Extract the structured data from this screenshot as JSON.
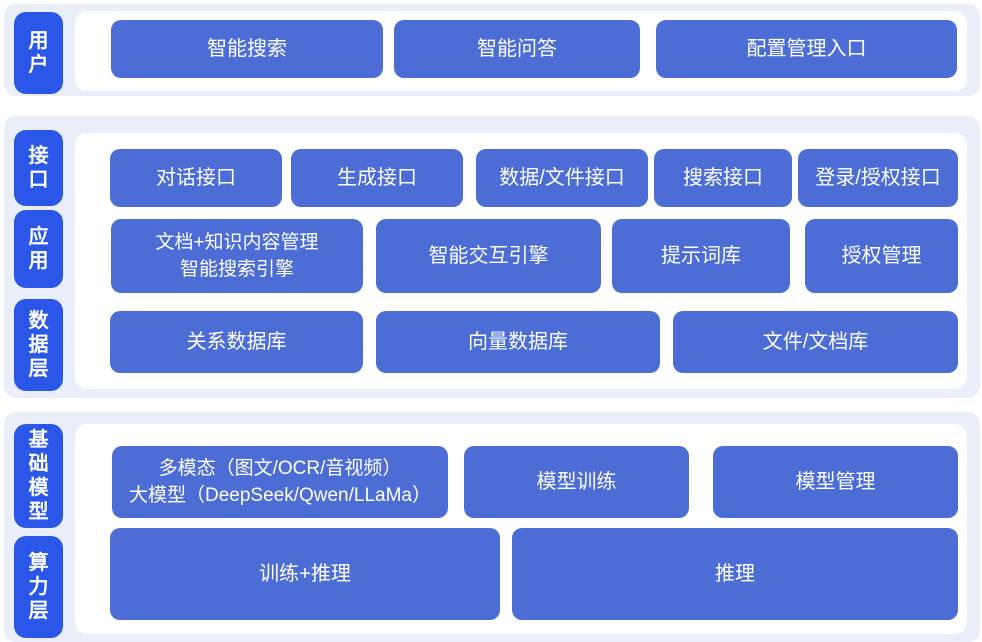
{
  "colors": {
    "page_bg": "#ffffff",
    "section_bg": "#e9eef9",
    "panel_bg": "#ffffff",
    "layer_label_bg": "#2b57e8",
    "box_bg": "#4c6cd6",
    "text": "#ffffff"
  },
  "sections": [
    {
      "name": "user-layer",
      "labels": [
        {
          "text": "用户"
        }
      ],
      "rows": [
        {
          "boxes": [
            {
              "text": "智能搜索"
            },
            {
              "text": "智能问答"
            },
            {
              "text": "配置管理入口"
            }
          ]
        }
      ]
    },
    {
      "name": "interface-app-data-layer",
      "labels": [
        {
          "text": "接口"
        },
        {
          "text": "应用"
        },
        {
          "text": "数据层"
        }
      ],
      "rows": [
        {
          "boxes": [
            {
              "text": "对话接口"
            },
            {
              "text": "生成接口"
            },
            {
              "text": "数据/文件接口"
            },
            {
              "text": "搜索接口"
            },
            {
              "text": "登录/授权接口"
            }
          ]
        },
        {
          "boxes": [
            {
              "line1": "文档+知识内容管理",
              "line2": "智能搜索引擎"
            },
            {
              "text": "智能交互引擎"
            },
            {
              "text": "提示词库"
            },
            {
              "text": "授权管理"
            }
          ]
        },
        {
          "boxes": [
            {
              "text": "关系数据库"
            },
            {
              "text": "向量数据库"
            },
            {
              "text": "文件/文档库"
            }
          ]
        }
      ]
    },
    {
      "name": "model-compute-layer",
      "labels": [
        {
          "text": "基础模型"
        },
        {
          "text": "算力层"
        }
      ],
      "rows": [
        {
          "boxes": [
            {
              "line1": "多模态（图文/OCR/音视频）",
              "line2": "大模型（DeepSeek/Qwen/LLaMa）"
            },
            {
              "text": "模型训练"
            },
            {
              "text": "模型管理"
            }
          ]
        },
        {
          "boxes": [
            {
              "text": "训练+推理"
            },
            {
              "text": "推理"
            }
          ]
        }
      ]
    }
  ]
}
